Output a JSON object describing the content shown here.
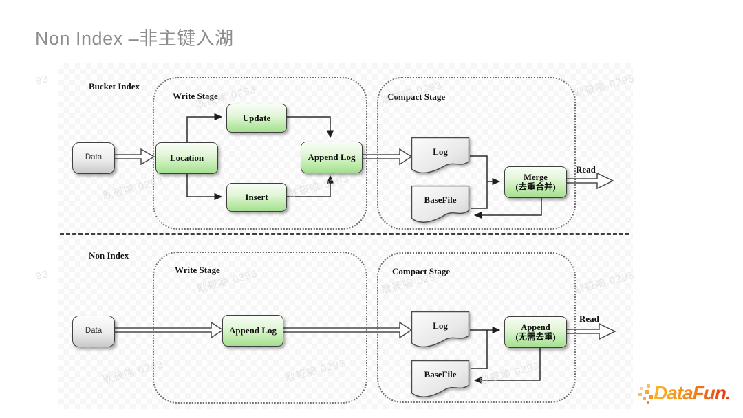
{
  "page": {
    "title": "Non Index –非主键入湖"
  },
  "watermark": {
    "text": "耿筱喻 0293",
    "partial": "93"
  },
  "top_flow": {
    "index_label": "Bucket Index",
    "data": "Data",
    "write_stage": {
      "label": "Write Stage",
      "location": "Location",
      "update": "Update",
      "insert": "Insert",
      "append_log": "Append Log"
    },
    "compact_stage": {
      "label": "Compact Stage",
      "log": "Log",
      "basefile": "BaseFile",
      "merge": "Merge",
      "merge_note": "(去重合并)"
    },
    "read": "Read"
  },
  "bottom_flow": {
    "index_label": "Non Index",
    "data": "Data",
    "write_stage": {
      "label": "Write Stage",
      "append_log": "Append Log"
    },
    "compact_stage": {
      "label": "Compact Stage",
      "log": "Log",
      "basefile": "BaseFile",
      "append": "Append",
      "append_note": "(无需去重)"
    },
    "read": "Read"
  },
  "footer": {
    "logo": "DataFun."
  },
  "colors": {
    "node_green": "#a5de92",
    "node_gray": "#cccccc",
    "title_gray": "#8d8d8d",
    "logo_orange": "#f9b52a",
    "logo_red": "#e53211"
  }
}
